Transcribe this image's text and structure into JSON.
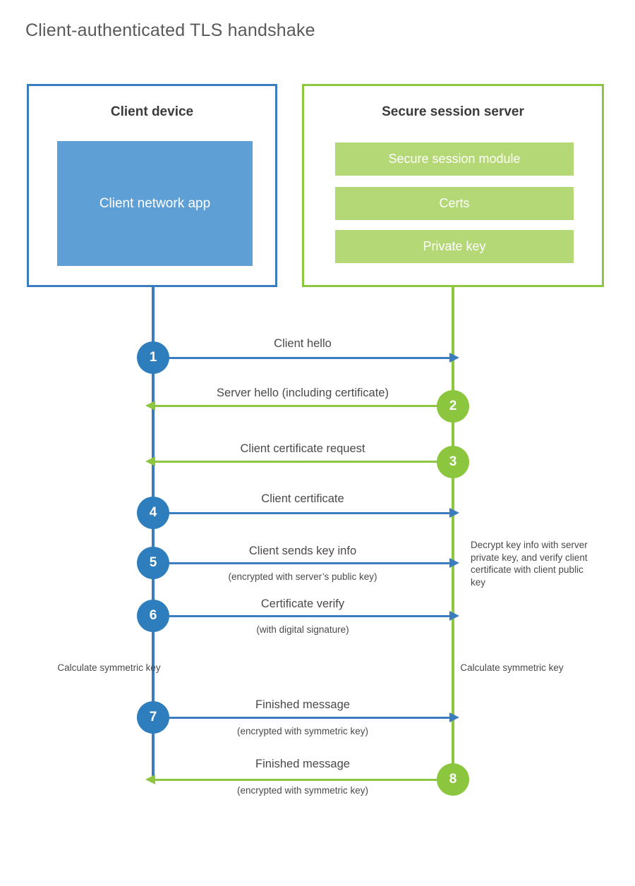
{
  "title": "Client-authenticated TLS handshake",
  "colors": {
    "client_blue": "#3a7cbe",
    "client_app_fill": "#5e9fd6",
    "server_green": "#8dc63f",
    "server_bar_fill": "#b5d877",
    "circle_blue": "#2e7dbd",
    "circle_green": "#8cc63e",
    "text": "#4a4a4a",
    "title_text": "#58595b"
  },
  "client_box": {
    "title": "Client device",
    "app_label": "Client network app"
  },
  "server_box": {
    "title": "Secure session server",
    "bars": [
      {
        "label": "Secure session module"
      },
      {
        "label": "Certs"
      },
      {
        "label": "Private key"
      }
    ]
  },
  "steps": [
    {
      "number": "1",
      "side": "client",
      "direction": "client-to-server",
      "label": "Client hello",
      "sublabel": ""
    },
    {
      "number": "2",
      "side": "server",
      "direction": "server-to-client",
      "label": "Server hello (including certificate)",
      "sublabel": ""
    },
    {
      "number": "3",
      "side": "server",
      "direction": "server-to-client",
      "label": "Client certificate request",
      "sublabel": ""
    },
    {
      "number": "4",
      "side": "client",
      "direction": "client-to-server",
      "label": "Client certificate",
      "sublabel": ""
    },
    {
      "number": "5",
      "side": "client",
      "direction": "client-to-server",
      "label": "Client sends key info",
      "sublabel": "(encrypted with server’s public key)"
    },
    {
      "number": "6",
      "side": "client",
      "direction": "client-to-server",
      "label": "Certificate verify",
      "sublabel": "(with digital signature)"
    },
    {
      "number": "7",
      "side": "client",
      "direction": "client-to-server",
      "label": "Finished message",
      "sublabel": "(encrypted with symmetric key)"
    },
    {
      "number": "8",
      "side": "server",
      "direction": "server-to-client",
      "label": "Finished message",
      "sublabel": "(encrypted with symmetric key)"
    }
  ],
  "notes": {
    "server_decrypt": "Decrypt key info with server private key, and verify client certificate with client public key",
    "client_calculate": "Calculate symmetric key",
    "server_calculate": "Calculate symmetric key"
  }
}
